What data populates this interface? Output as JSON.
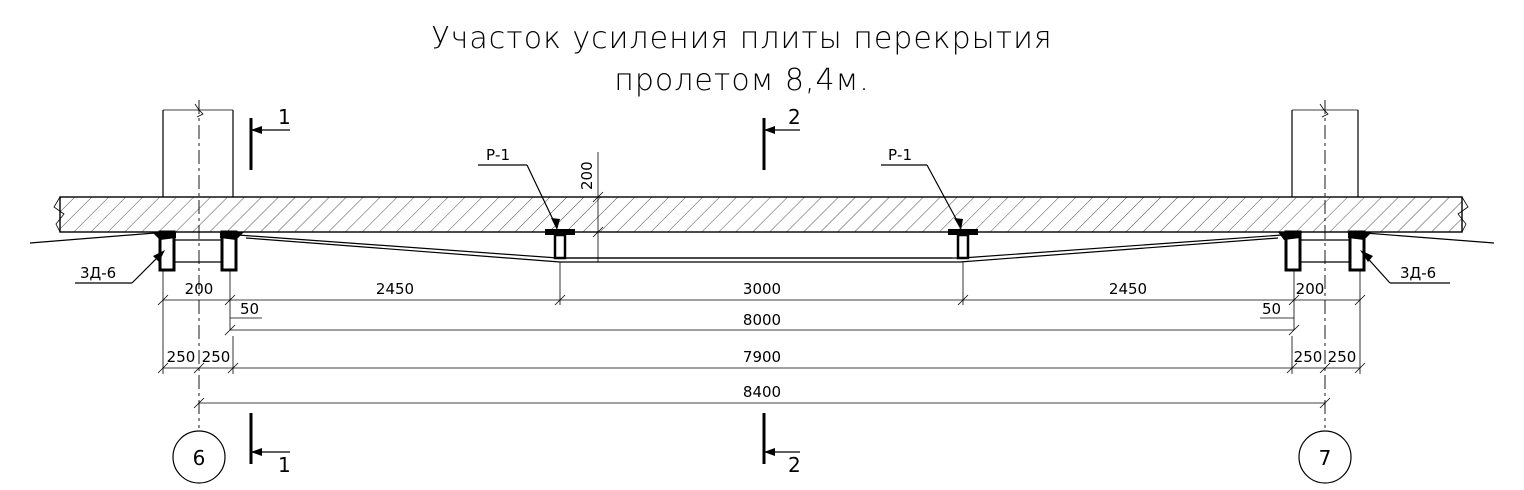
{
  "title": {
    "line1": "Участок усиления плиты перекрытия",
    "line2": "пролетом 8,4м."
  },
  "sections": {
    "cut1_top": "1",
    "cut1_bottom": "1",
    "cut2_top": "2",
    "cut2_bottom": "2"
  },
  "labels": {
    "rib_left": "Р-1",
    "rib_right": "Р-1",
    "detail_left": "3Д-6",
    "detail_right": "3Д-6",
    "slab_thickness": "200"
  },
  "dimensions": {
    "row1": [
      "200",
      "2450",
      "3000",
      "2450",
      "200"
    ],
    "offset_left": "50",
    "offset_right": "50",
    "row2": "8000",
    "row3": [
      "250",
      "250",
      "7900",
      "250",
      "250"
    ],
    "row4": "8400"
  },
  "axes": {
    "left": "6",
    "right": "7"
  }
}
